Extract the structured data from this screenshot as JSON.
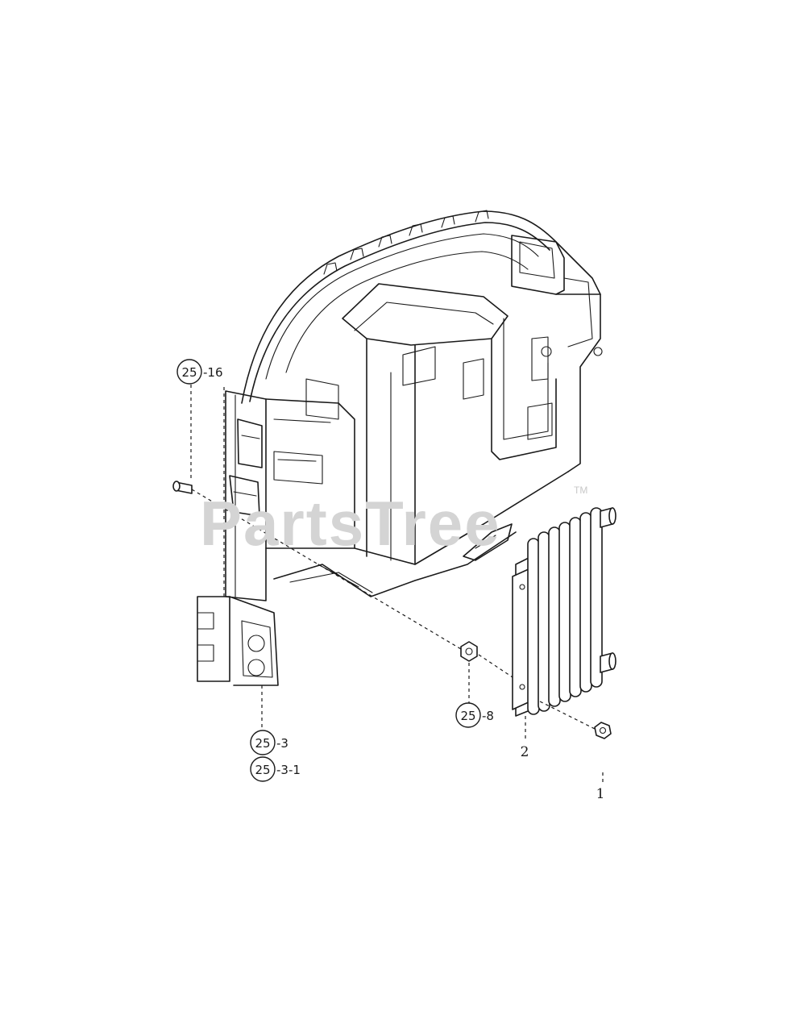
{
  "watermark": {
    "text": "PartsTree",
    "trademark": "TM",
    "color": "#d4d4d4"
  },
  "callouts": [
    {
      "id": "25-16",
      "circle": "25",
      "suffix": "-16"
    },
    {
      "id": "25-8",
      "circle": "25",
      "suffix": "-8"
    },
    {
      "id": "25-3",
      "circle": "25",
      "suffix": "-3"
    },
    {
      "id": "25-3-1",
      "circle": "25",
      "suffix": "-3-1"
    }
  ],
  "labels": {
    "part_1": "1",
    "part_2": "2"
  }
}
